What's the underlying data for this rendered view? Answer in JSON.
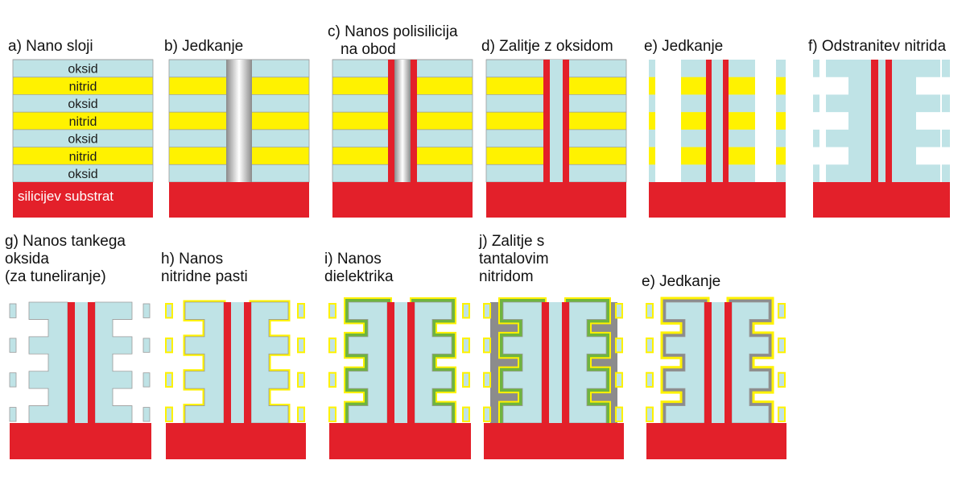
{
  "diagram": {
    "panels": [
      {
        "id": "a",
        "title_lines": [
          "a) Nano sloji"
        ]
      },
      {
        "id": "b",
        "title_lines": [
          "b) Jedkanje"
        ]
      },
      {
        "id": "c",
        "title_lines": [
          "c) Nanos polisilicija",
          "na obod"
        ]
      },
      {
        "id": "d",
        "title_lines": [
          "d) Zalitje z oksidom"
        ]
      },
      {
        "id": "e1",
        "title_lines": [
          "e) Jedkanje"
        ]
      },
      {
        "id": "f",
        "title_lines": [
          "f) Odstranitev nitrida"
        ]
      },
      {
        "id": "g",
        "title_lines": [
          "g) Nanos tankega",
          "oksida",
          "(za tuneliranje)"
        ]
      },
      {
        "id": "h",
        "title_lines": [
          "h) Nanos",
          "nitridne pasti"
        ]
      },
      {
        "id": "i",
        "title_lines": [
          "i) Nanos",
          "dielektrika"
        ]
      },
      {
        "id": "j",
        "title_lines": [
          "j) Zalitje s",
          "tantalovim",
          "nitridom"
        ]
      },
      {
        "id": "e2",
        "title_lines": [
          "e) Jedkanje"
        ]
      }
    ],
    "layer_labels": [
      "oksid",
      "nitrid",
      "oksid",
      "nitrid",
      "oksid",
      "nitrid",
      "oksid"
    ],
    "substrate_label": "silicijev substrat",
    "colors": {
      "oxide": "#bfe3e6",
      "nitride": "#fff200",
      "substrate": "#e3202a",
      "polysilicon": "#e3202a",
      "trap_dielectric": "#6fb43f",
      "tantalum_nitride": "#8c8c8c",
      "outline": "#9a9a9a"
    }
  }
}
